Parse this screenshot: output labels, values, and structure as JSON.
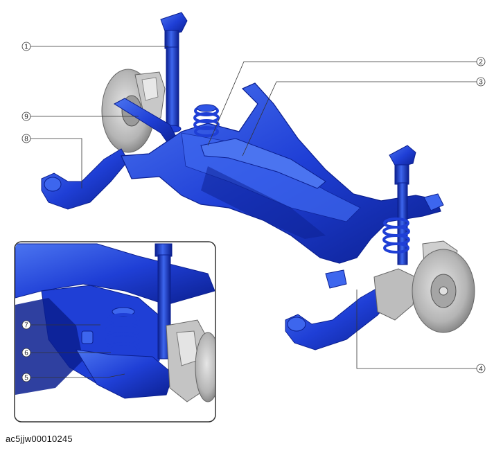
{
  "figure": {
    "caption": "ac5jjw00010245",
    "callouts": [
      {
        "id": "1",
        "label": "1"
      },
      {
        "id": "2",
        "label": "2"
      },
      {
        "id": "3",
        "label": "3"
      },
      {
        "id": "4",
        "label": "4"
      },
      {
        "id": "5",
        "label": "5"
      },
      {
        "id": "6",
        "label": "6"
      },
      {
        "id": "7",
        "label": "7"
      },
      {
        "id": "8",
        "label": "8"
      },
      {
        "id": "9",
        "label": "9"
      }
    ]
  },
  "colors": {
    "part_blue": "#1f3fd6",
    "part_blue_dark": "#0b1f8f",
    "part_blue_light": "#4b74f0",
    "metal_gray": "#b9b9b9",
    "metal_dark": "#7d7d7d",
    "leader_line": "#333333"
  }
}
